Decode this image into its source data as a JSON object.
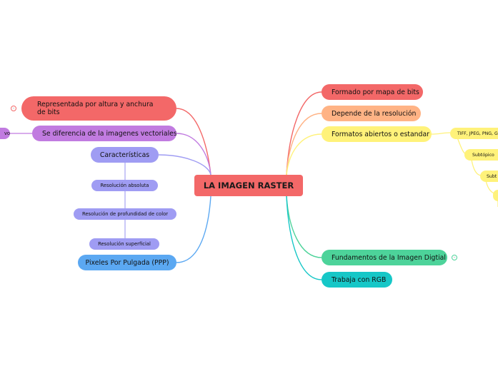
{
  "center": {
    "label": "LA IMAGEN RASTER"
  },
  "left": {
    "representada": "Representada por altura y anchura de bits",
    "diferencia": "Se diferencia de la imagenes vectoriales",
    "diferencia_child": "vo",
    "caracteristicas": "Características",
    "resolucion_absoluta": "Resolución absoluta",
    "resolucion_profundidad": "Resolución de profundidad de color",
    "resolucion_superficial": "Resolución superficial",
    "pixeles": "Pixeles Por Pulgada (PPP)"
  },
  "right": {
    "formado": "Formado por mapa de bits",
    "depende": "Depende de la resolución",
    "formatos": "Formatos abiertos o estandar",
    "formatos_child": "TIFF, JPEG, PNG, G",
    "subtopico_1": "Subtópico",
    "subtopico_2": "Subt",
    "fundamentos": "Fundamentos de la Imagen Digtial",
    "rgb": "Trabaja con RGB"
  },
  "colors": {
    "red": "#f36868",
    "purple": "#c17be0",
    "lavender": "#9f9cf3",
    "blue": "#5ba8f2",
    "orange": "#ffb385",
    "yellow": "#fff27a",
    "green": "#4dd39a",
    "teal": "#16c7c7"
  },
  "collapse_icon": "circle-collapse-icon"
}
